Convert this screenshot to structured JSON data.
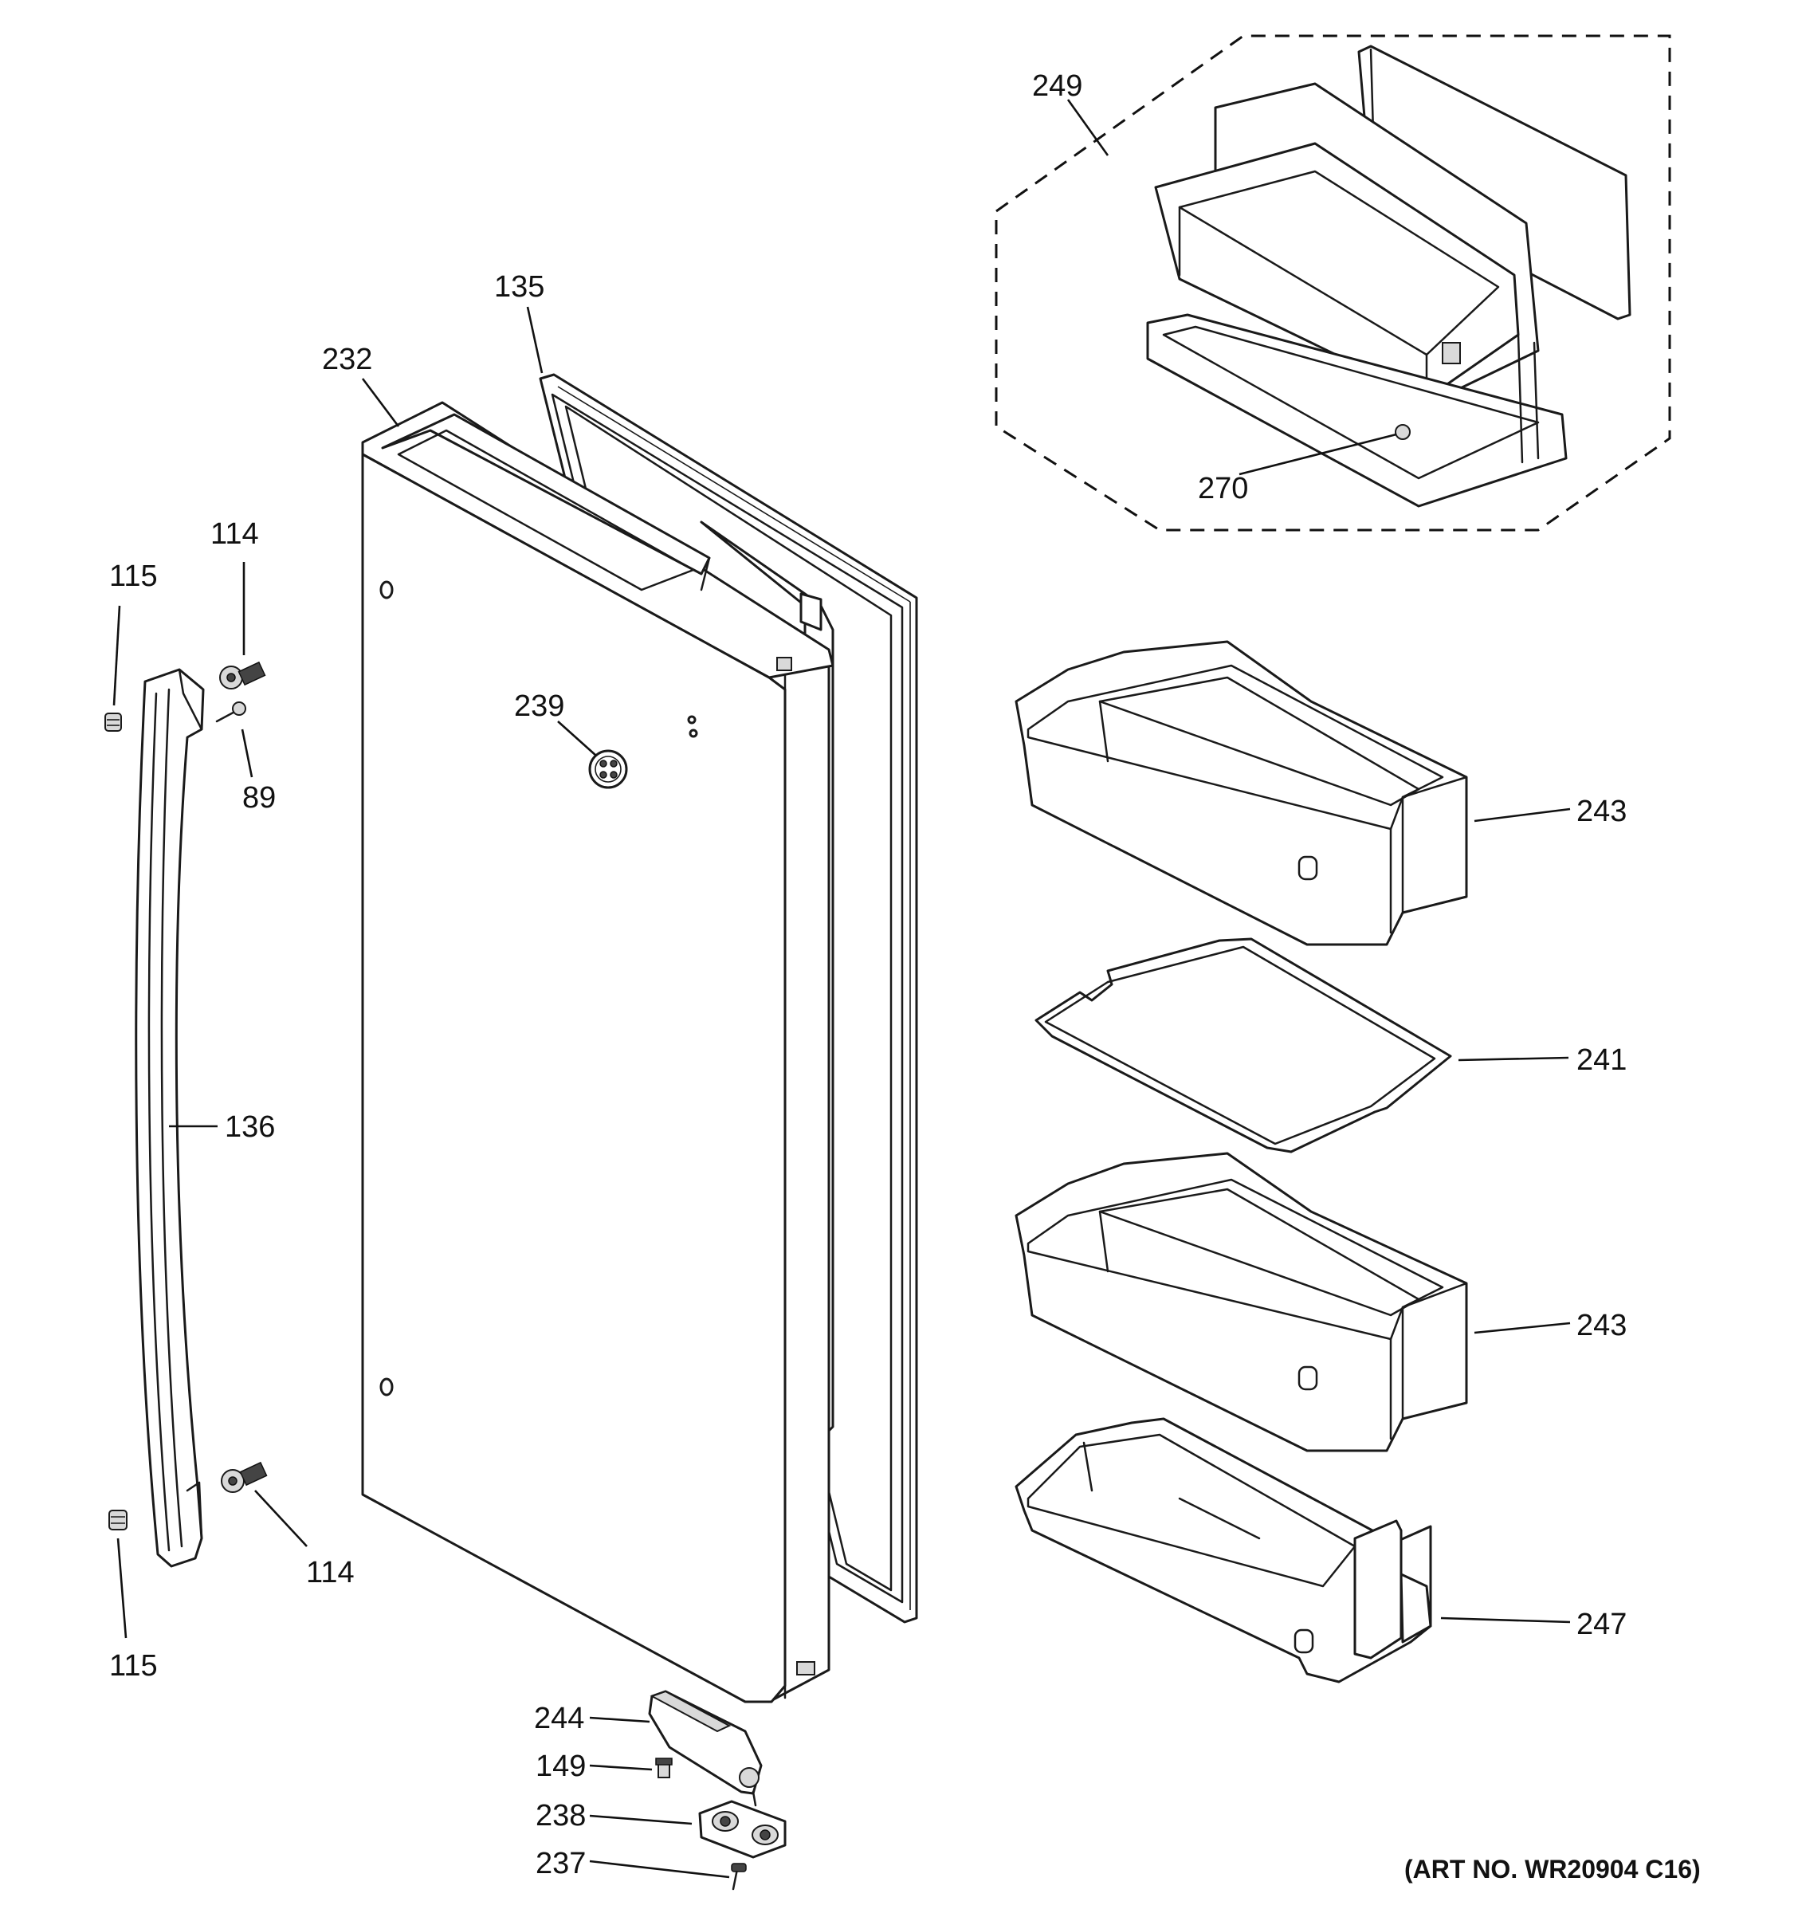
{
  "part_labels": {
    "p249": "249",
    "p270": "270",
    "p135": "135",
    "p232": "232",
    "p114_top": "114",
    "p115_top": "115",
    "p89": "89",
    "p239": "239",
    "p243_top": "243",
    "p241": "241",
    "p136": "136",
    "p243_bottom": "243",
    "p114_bottom": "114",
    "p115_bottom": "115",
    "p247": "247",
    "p244": "244",
    "p149": "149",
    "p238": "238",
    "p237": "237"
  },
  "art_number": "(ART NO. WR20904 C16)"
}
